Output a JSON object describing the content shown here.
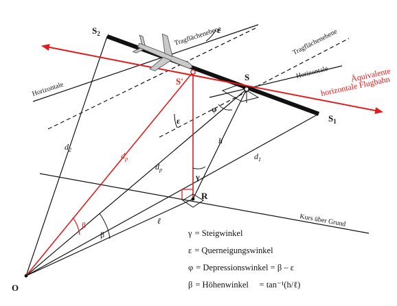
{
  "points": {
    "s2": {
      "main": "S",
      "sub": "2"
    },
    "s1": {
      "main": "S",
      "sub": "1"
    },
    "s": "S",
    "s_prime": "S'",
    "r": "R",
    "o": "O"
  },
  "labels": {
    "tragflaechenebene_top": "Tragflächenebene",
    "tragflaechenebene_right": "Tragflächenebene",
    "horizontale_left": "Horizontale",
    "horizontale_right": "Horizontale",
    "equiv_line1": "Äquivalente",
    "equiv_line2": "horizontale Flugbahn",
    "kurs": "Kurs über Grund"
  },
  "segments": {
    "d2": {
      "main": "d",
      "sub": "2"
    },
    "dp_red": {
      "main": "d",
      "sub": "p"
    },
    "dp_black": {
      "main": "d",
      "sub": "p"
    },
    "h": "h",
    "d1": {
      "main": "d",
      "sub": "1"
    },
    "ell": "ℓ"
  },
  "angles": {
    "epsilon_top": "ε",
    "epsilon_mid": "ε",
    "phi": "φ",
    "gamma": "γ",
    "beta_red": "β",
    "beta_black": "β"
  },
  "legend": [
    {
      "symbol": "γ",
      "text": "= Steigwinkel"
    },
    {
      "symbol": "ε",
      "text": "= Querneigungswinkel"
    },
    {
      "symbol": "φ",
      "text": "= Depressionswinkel = β – ε"
    },
    {
      "symbol": "β",
      "text": "= Höhenwinkel     = tan⁻¹(h/ℓ)"
    }
  ],
  "colors": {
    "accent_red": "#e31b1b",
    "line": "#111111"
  }
}
